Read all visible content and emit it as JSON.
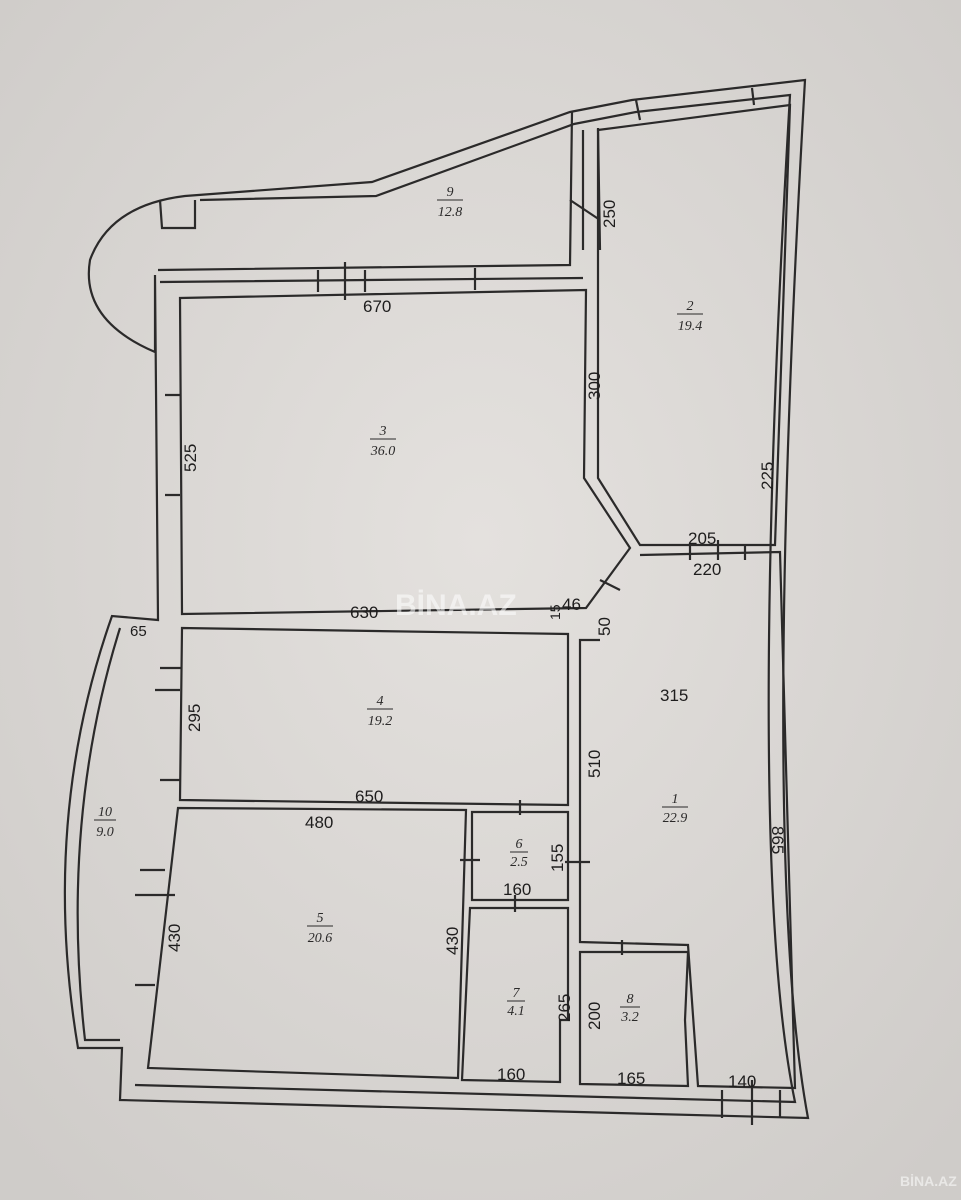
{
  "rooms": [
    {
      "number": "1",
      "area": "22.9"
    },
    {
      "number": "2",
      "area": "19.4"
    },
    {
      "number": "3",
      "area": "36.0"
    },
    {
      "number": "4",
      "area": "19.2"
    },
    {
      "number": "5",
      "area": "20.6"
    },
    {
      "number": "6",
      "area": "2.5"
    },
    {
      "number": "7",
      "area": "4.1"
    },
    {
      "number": "8",
      "area": "3.2"
    },
    {
      "number": "9",
      "area": "12.8"
    },
    {
      "number": "10",
      "area": "9.0"
    }
  ],
  "dimensions": {
    "d250": "250",
    "d670": "670",
    "d300": "300",
    "d525": "525",
    "d225": "225",
    "d205": "205",
    "d220": "220",
    "d630": "630",
    "d15": "15",
    "d46": "46",
    "d50": "50",
    "d65": "65",
    "d295": "295",
    "d315": "315",
    "d650": "650",
    "d480": "480",
    "d510": "510",
    "d865": "865",
    "d155": "155",
    "d160a": "160",
    "d430a": "430",
    "d430b": "430",
    "d265": "265",
    "d200": "200",
    "d160b": "160",
    "d165": "165",
    "d140": "140"
  },
  "watermark": {
    "center": "BİNA.AZ",
    "corner": "BİNA.AZ"
  }
}
